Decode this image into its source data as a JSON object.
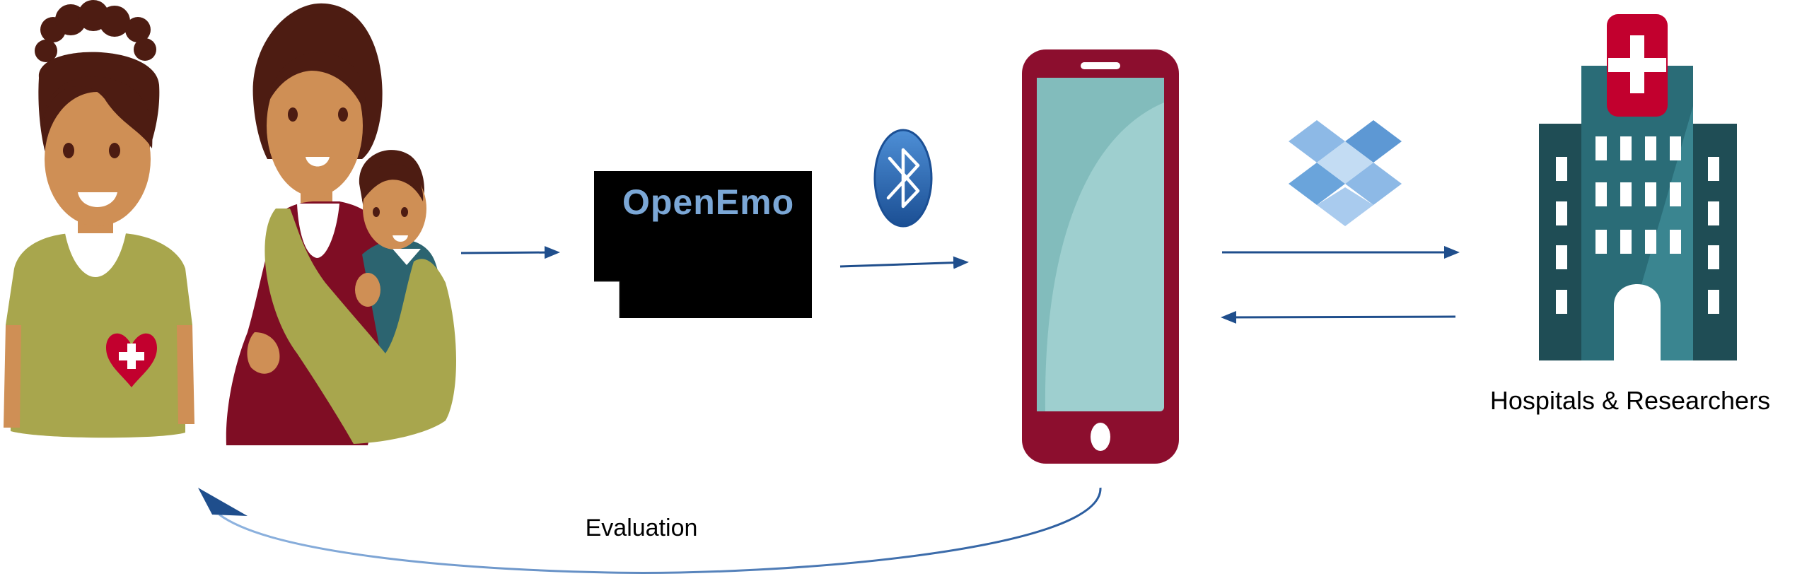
{
  "device_label": "OpenEmo",
  "destination_label": "Hospitals & Researchers",
  "feedback_label": "Evaluation",
  "icons": [
    "nurse-icon",
    "mother-with-baby-icon",
    "openemo-device-icon",
    "bluetooth-icon",
    "smartphone-icon",
    "dropbox-icon",
    "hospital-icon"
  ],
  "colors": {
    "hair": "#4d1c12",
    "skin": "#cf8f55",
    "olive": "#a8a64d",
    "maroon": "#7f0d24",
    "phone_body": "#8c0e2e",
    "phone_screen": "#9ecfcf",
    "hospital": "#2f6f78",
    "hospital_cross": "#c2002e",
    "arrow": "#1f4e8c",
    "bluetooth": "#2d6db5"
  }
}
